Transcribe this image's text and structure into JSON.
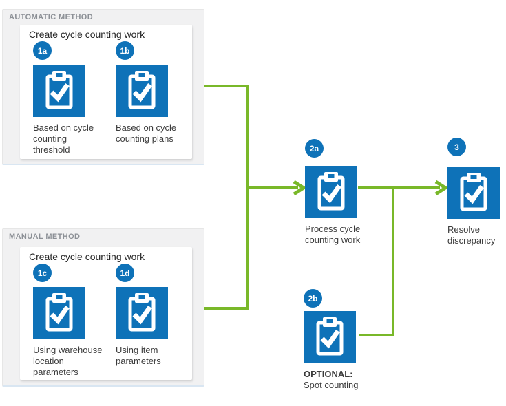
{
  "colors": {
    "accent_blue": "#0e72b8",
    "connector_green": "#79b829",
    "panel_bg": "#f1f1f2",
    "panel_edge": "#e6e6e6",
    "panel_bottom_edge": "#d9e6f2",
    "card_bg": "#ffffff",
    "header_text": "#8c9096",
    "title_text": "#262626",
    "label_text": "#3c3c3c"
  },
  "panels": {
    "automatic": {
      "header": "AUTOMATIC METHOD",
      "card_title": "Create cycle counting work",
      "steps": [
        {
          "badge": "1a",
          "label": "Based on cycle\ncounting\nthreshold"
        },
        {
          "badge": "1b",
          "label": "Based on cycle\ncounting plans"
        }
      ]
    },
    "manual": {
      "header": "MANUAL METHOD",
      "card_title": "Create cycle counting work",
      "steps": [
        {
          "badge": "1c",
          "label": "Using warehouse\nlocation\nparameters"
        },
        {
          "badge": "1d",
          "label": "Using item\nparameters"
        }
      ]
    }
  },
  "flow_steps": {
    "process": {
      "badge": "2a",
      "label": "Process cycle\ncounting work"
    },
    "spot": {
      "badge": "2b",
      "label_prefix": "OPTIONAL:",
      "label": "Spot counting"
    },
    "resolve": {
      "badge": "3",
      "label": "Resolve\ndiscrepancy"
    }
  },
  "icons": {
    "tile_icon": "clipboard-check-icon"
  }
}
